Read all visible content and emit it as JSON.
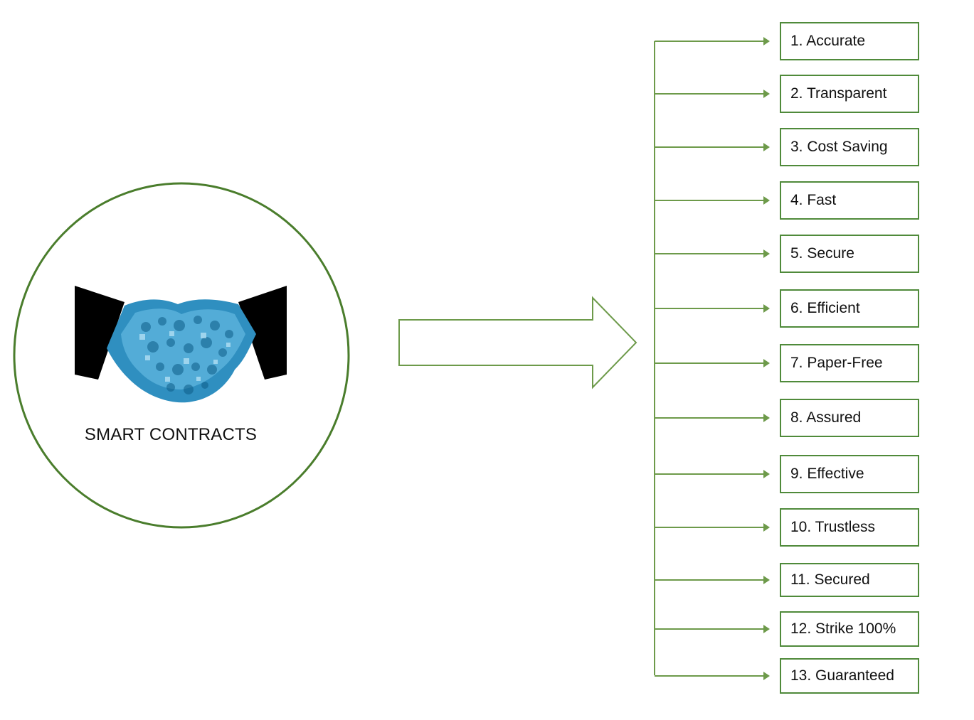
{
  "center": {
    "label": "SMART CONTRACTS",
    "icon": "handshake-icon",
    "circle_color": "#4a7d2c"
  },
  "arrow_color": "#6d9a4a",
  "connector_color": "#6d9a4a",
  "box_border_color": "#4f8a3a",
  "benefits": [
    "1. Accurate",
    "2. Transparent",
    "3. Cost Saving",
    "4. Fast",
    "5. Secure",
    "6. Efficient",
    "7. Paper-Free",
    "8. Assured",
    "9. Effective",
    "10. Trustless",
    "11. Secured",
    "12. Strike 100%",
    "13. Guaranteed"
  ]
}
